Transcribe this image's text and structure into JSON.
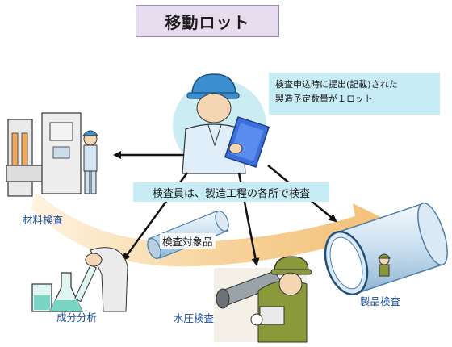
{
  "title": "移動ロット",
  "note": {
    "line1": "検査申込時に提出(記載)された",
    "line2": "製造予定数量が１ロット"
  },
  "center_text": "検査員は、製造工程の各所で検査",
  "labels": {
    "material": "材料検査",
    "target": "検査対象品",
    "composition": "成分分析",
    "water_pressure": "水圧検査",
    "product": "製品検査"
  },
  "colors": {
    "title_bg": "#e6dcee",
    "note_bg": "#c7ecf5",
    "flow_arrow": "#f2c27a",
    "label_blue": "#1c4fa0",
    "helmet": "#3b8fd0",
    "worker_helmet": "#8a9a3a"
  },
  "icons": [
    "inspector-icon",
    "material-testing-machine-icon",
    "flask-icon",
    "pipe-icon",
    "water-pressure-worker-icon",
    "large-pipe-icon"
  ]
}
